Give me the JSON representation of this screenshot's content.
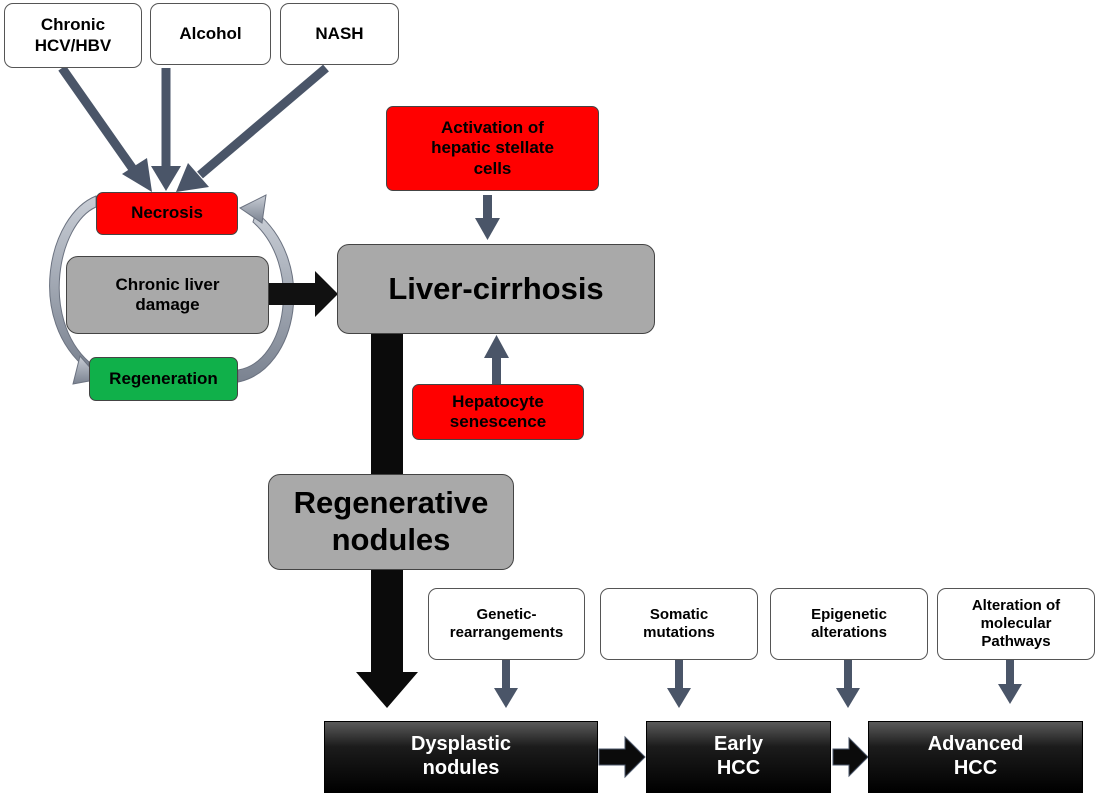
{
  "causes": {
    "hcv_hbv": "Chronic\nHCV/HBV",
    "alcohol": "Alcohol",
    "nash": "NASH"
  },
  "cycle": {
    "necrosis": "Necrosis",
    "chronic_damage": "Chronic liver\ndamage",
    "regeneration": "Regeneration"
  },
  "cirrhosis": {
    "stellate": "Activation of\nhepatic stellate\ncells",
    "title": "Liver-cirrhosis",
    "senescence": "Hepatocyte\nsenescence"
  },
  "nodules": {
    "regenerative": "Regenerative\nnodules"
  },
  "factors": {
    "genetic": "Genetic-\nrearrangements",
    "somatic": "Somatic\nmutations",
    "epigenetic": "Epigenetic\nalterations",
    "pathways": "Alteration of\nmolecular\nPathways"
  },
  "stages": {
    "dysplastic": "Dysplastic\nnodules",
    "early": "Early\nHCC",
    "advanced": "Advanced\nHCC"
  },
  "colors": {
    "red": "#ff0000",
    "green": "#10b04a",
    "grey": "#a9a9a9",
    "black": "#000000",
    "arrow": "#4a5568"
  }
}
